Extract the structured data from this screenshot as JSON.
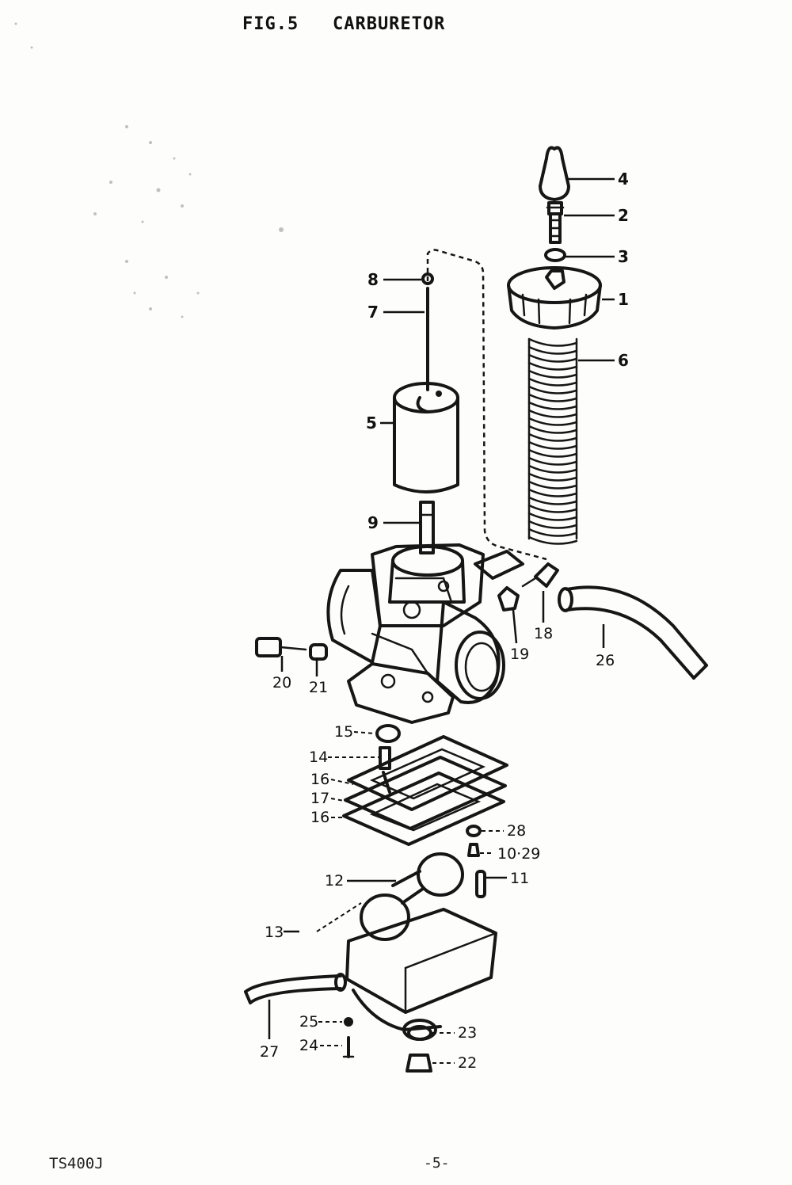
{
  "title": "FIG.5   CARBURETOR",
  "footer": {
    "model": "TS400J",
    "page": "-5-"
  },
  "callouts": [
    {
      "num": "4"
    },
    {
      "num": "2"
    },
    {
      "num": "3"
    },
    {
      "num": "1"
    },
    {
      "num": "6"
    },
    {
      "num": "8"
    },
    {
      "num": "7"
    },
    {
      "num": "5"
    },
    {
      "num": "9"
    },
    {
      "num": "18"
    },
    {
      "num": "26"
    },
    {
      "num": "19"
    },
    {
      "num": "20"
    },
    {
      "num": "21"
    },
    {
      "num": "15"
    },
    {
      "num": "14"
    },
    {
      "num": "16"
    },
    {
      "num": "17"
    },
    {
      "num": "16"
    },
    {
      "num": "28"
    },
    {
      "num": "10·29"
    },
    {
      "num": "12"
    },
    {
      "num": "11"
    },
    {
      "num": "13"
    },
    {
      "num": "25"
    },
    {
      "num": "23"
    },
    {
      "num": "24"
    },
    {
      "num": "22"
    },
    {
      "num": "27"
    }
  ]
}
